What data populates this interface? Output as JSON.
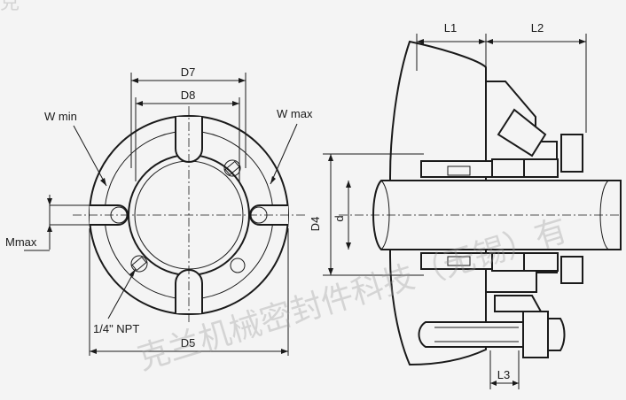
{
  "labels": {
    "d7": "D7",
    "d8": "D8",
    "w_min": "W min",
    "w_max": "W max",
    "m_max": "Mmax",
    "npt": "1/4\" NPT",
    "d5": "D5",
    "l1": "L1",
    "l2": "L2",
    "l3": "L3",
    "d4": "D4",
    "d": "d"
  },
  "watermark": {
    "text": "克兰机械密封件科技（无锡）有",
    "corner": "克"
  },
  "colors": {
    "line": "#1a1a1a",
    "background": "#f4f4f4",
    "hatch_fill": "#d0d0d0",
    "watermark": "#9a9a9a"
  }
}
